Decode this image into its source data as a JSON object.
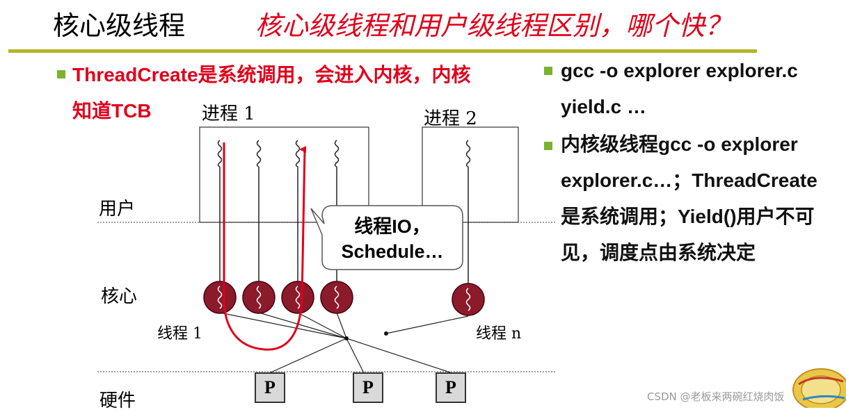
{
  "header": {
    "title": "核心级线程",
    "subtitle": "核心级线程和用户级线程区别，哪个快？"
  },
  "left_bullet": {
    "line1": "ThreadCreate是系统调用，会进入内核，内核",
    "line2": "知道TCB"
  },
  "diagram": {
    "process1_label": "进程 1",
    "process2_label": "进程 2",
    "user_label": "用户",
    "kernel_label": "核心",
    "hardware_label": "硬件",
    "thread1_label": "线程 1",
    "threadn_label": "线程 n",
    "bubble_line1": "线程IO，",
    "bubble_line2": "Schedule…",
    "processors": [
      "P",
      "P",
      "P"
    ]
  },
  "right_bullets": {
    "b1_line1": "gcc -o explorer explorer.c",
    "b1_line2": "yield.c …",
    "b2_line1": "内核级线程gcc -o explorer",
    "b2_line2": "explorer.c…；ThreadCreate",
    "b2_line3": "是系统调用；Yield()用户不可",
    "b2_line4": "见，调度点由系统决定"
  },
  "watermark": "CSDN @老板来两碗红烧肉饭",
  "colors": {
    "title_red": "#e0001b",
    "rule_olive": "#b5b52a",
    "bullet_green": "#7ab32f",
    "kernel_thread_fill": "#8b1a2b",
    "arrow_red": "#e0001b"
  }
}
